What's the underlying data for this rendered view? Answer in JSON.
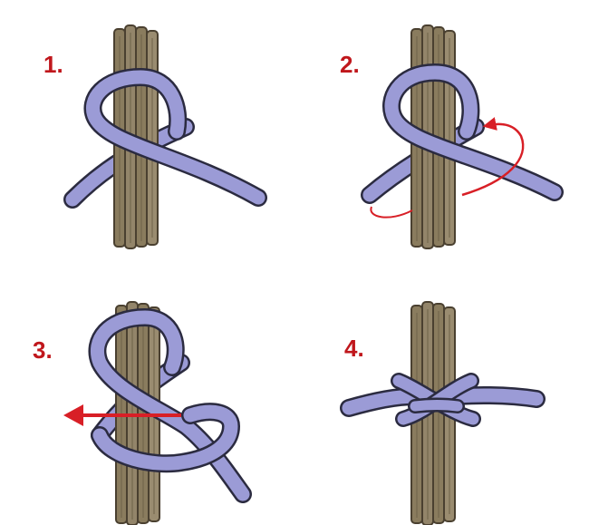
{
  "steps": [
    {
      "label": "1."
    },
    {
      "label": "2."
    },
    {
      "label": "3."
    },
    {
      "label": "4."
    }
  ],
  "colors": {
    "rope_fill": "#9b9bd6",
    "rope_outline": "#2b2b40",
    "stick_fill": "#8a7c5e",
    "stick_outline": "#4a4030",
    "arrow": "#d81f26",
    "label": "#c0171c",
    "background": "#ffffff"
  },
  "icons": {
    "rope": "rope-icon",
    "stick_bundle": "stick-bundle-icon",
    "direction_arrow": "arrow-icon"
  }
}
